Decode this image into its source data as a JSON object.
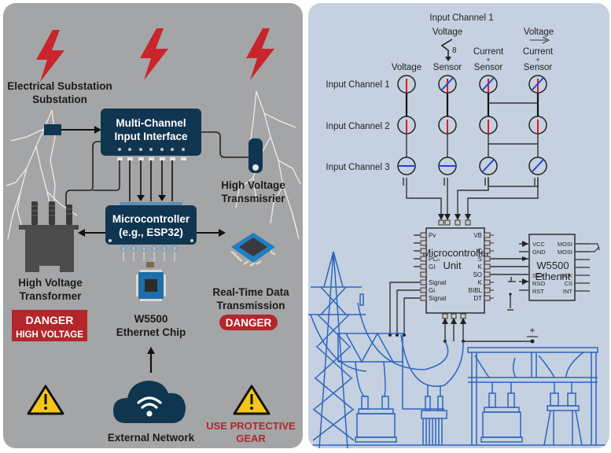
{
  "left_panel": {
    "labels": {
      "substation": [
        "Electrical Substation",
        "Substation"
      ],
      "interface": [
        "Multi-Channel",
        "Input Interface"
      ],
      "transmitter": [
        "High Voltage",
        "Transmisrier"
      ],
      "microcontroller": [
        "Microcontroller",
        "(e.g., ESP32)"
      ],
      "transformer": [
        "High Voltage",
        "Transformer"
      ],
      "realtime": [
        "Real-Time Data",
        "Transmission"
      ],
      "ethernet_chip": [
        "W5500",
        "Ethernet Chip"
      ],
      "network": "External Network",
      "protective": [
        "USE PROTECTIVE",
        "GEAR"
      ]
    },
    "badges": {
      "danger_high_voltage": [
        "DANGER",
        "HIGH VOLTAGE"
      ],
      "danger_pill": "DANGER"
    },
    "icons": [
      "lightning-bolt-icon",
      "warning-triangle-icon",
      "cloud-wifi-icon",
      "chip-icon"
    ],
    "colors": {
      "panel": "#a4a5a7",
      "navy": "#0f3550",
      "danger_red": "#b3262b",
      "bolt_red": "#c8252c",
      "warning_yellow": "#f5c518"
    }
  },
  "right_panel": {
    "header": {
      "top_label": [
        "Input Channel 1",
        "Voltage"
      ],
      "switch_digit": "8",
      "columns": [
        "Voltage",
        "Sensor",
        "Current",
        "+",
        "Sensor",
        "Current",
        "+",
        "Sensor"
      ],
      "col_labels": [
        [
          "Voltage"
        ],
        [
          "Sensor"
        ],
        [
          "Current",
          "+",
          "Sensor"
        ],
        [
          "Voltage",
          "Current",
          "+",
          "Sensor"
        ]
      ]
    },
    "rows": [
      "Input Channel 1",
      "Input Channel 2",
      "Input Channel 3"
    ],
    "mcu": {
      "title": [
        "Microcontroller",
        "Unit"
      ],
      "left_pins": [
        "Pv",
        "",
        "",
        "PCₙ",
        "GI",
        "",
        "Signal",
        "Gi",
        "Signal"
      ],
      "right_pins": [
        "VB",
        "",
        "C",
        "S",
        "K",
        "SO",
        "K",
        "BIBL",
        "DT"
      ]
    },
    "w5500": {
      "title": [
        "W5500",
        "Ethennt"
      ],
      "left_pins": [
        "VCC",
        "GND",
        "",
        "",
        "SCK",
        "RSO",
        "RST"
      ],
      "right_pins": [
        "MOSI",
        "MOSI",
        "",
        "",
        "SCK",
        "CS",
        "INT"
      ]
    },
    "plus_sign": "+",
    "colors": {
      "panel": "#c5d1e0",
      "line_blue": "#2d64c0",
      "needle_red": "#e01b1b",
      "needle_blue": "#1e44d8"
    }
  }
}
